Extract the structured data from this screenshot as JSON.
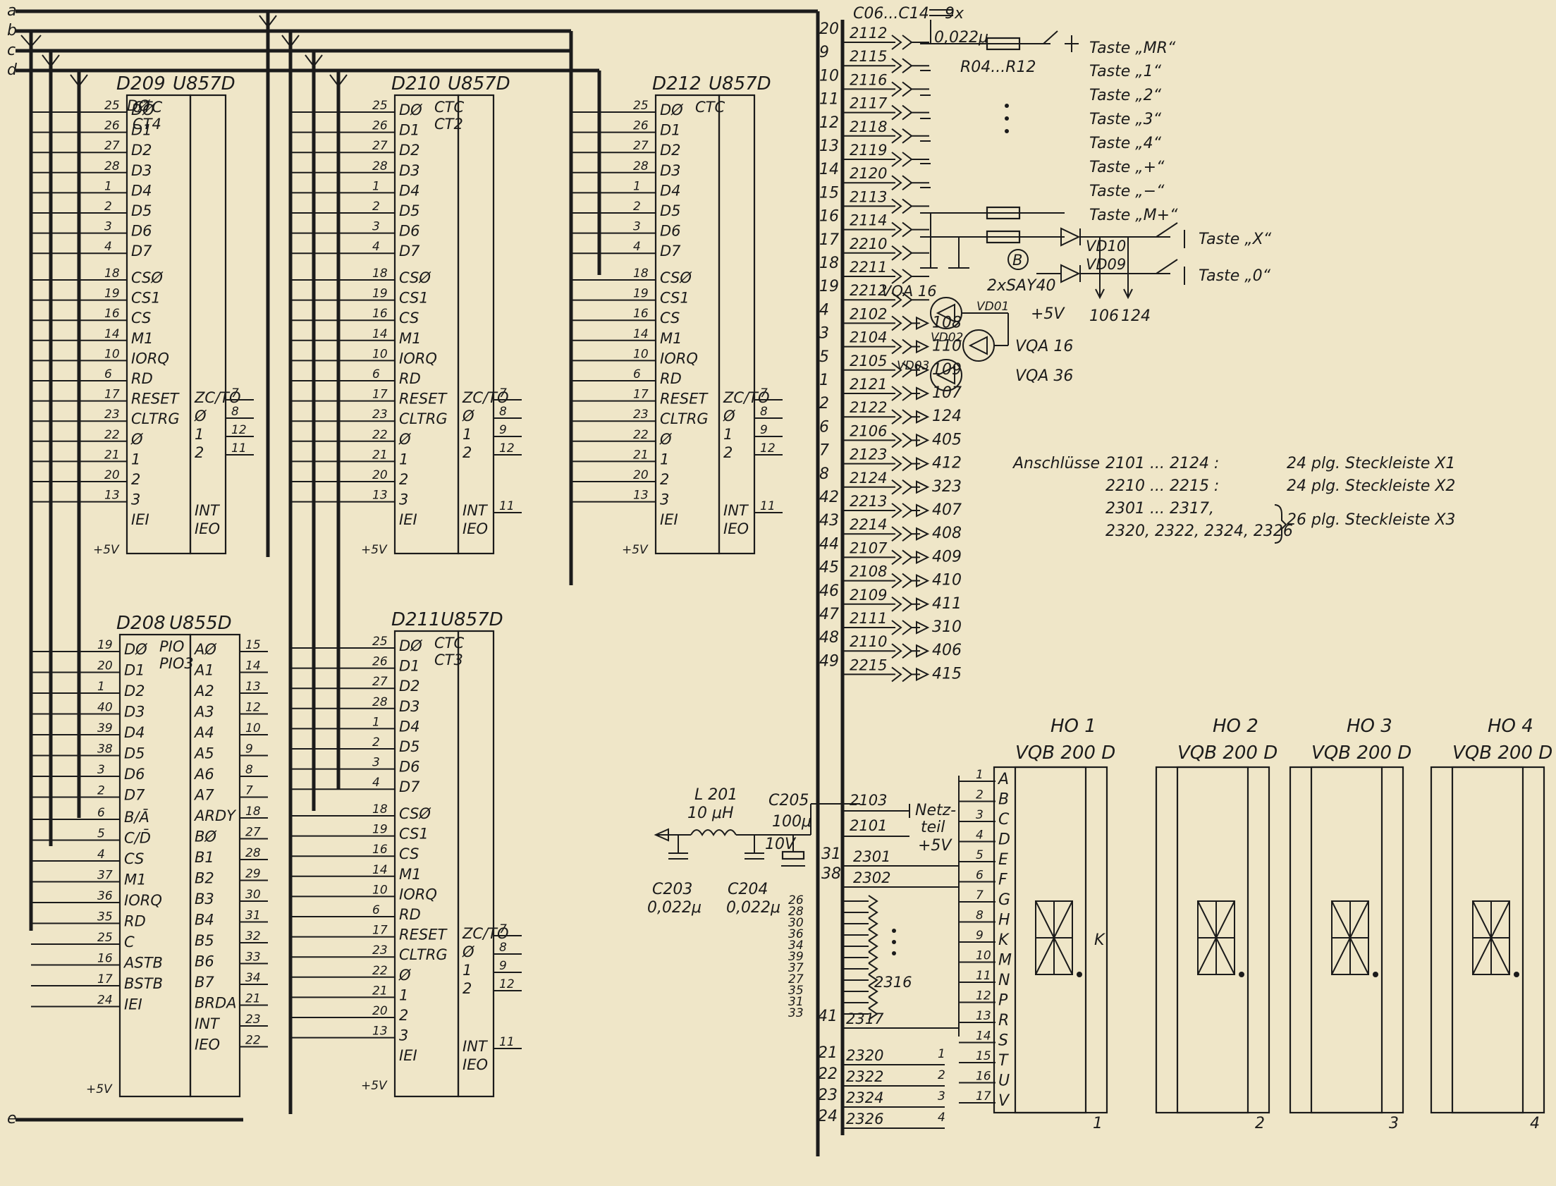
{
  "bus_lines": [
    "a",
    "b",
    "c",
    "d",
    "e"
  ],
  "chips": [
    {
      "id": "D209",
      "part": "U857D",
      "func": [
        "CTC",
        "CT4"
      ],
      "inputs": [
        "DØ",
        "D1",
        "D2",
        "D3",
        "D4",
        "D5",
        "D6",
        "D7",
        "CSØ",
        "CS1",
        "CS",
        "M1",
        "IORQ",
        "RD",
        "RESET",
        "CLTRG",
        "Ø",
        "1",
        "2",
        "3",
        "IEI"
      ],
      "input_pins": [
        "25",
        "26",
        "27",
        "28",
        "1",
        "2",
        "3",
        "4",
        "18",
        "19",
        "16",
        "14",
        "10",
        "6",
        "17",
        "23",
        "22",
        "21",
        "20",
        "13"
      ],
      "outputs": [
        "ZC/TO",
        "Ø",
        "1",
        "2",
        "INT",
        "IEO"
      ],
      "output_pins": [
        "7",
        "8",
        "12",
        "11"
      ]
    },
    {
      "id": "D210",
      "part": "U857D",
      "func": [
        "CTC",
        "CT2"
      ],
      "inputs": [
        "DØ",
        "D1",
        "D2",
        "D3",
        "D4",
        "D5",
        "D6",
        "D7",
        "CSØ",
        "CS1",
        "CS",
        "M1",
        "IORQ",
        "RD",
        "RESET",
        "CLTRG",
        "Ø",
        "1",
        "2",
        "3",
        "IEI"
      ],
      "input_pins": [
        "25",
        "26",
        "27",
        "28",
        "1",
        "2",
        "3",
        "4",
        "18",
        "19",
        "16",
        "14",
        "10",
        "6",
        "17",
        "23",
        "22",
        "21",
        "20",
        "13"
      ],
      "outputs": [
        "ZC/TO",
        "Ø",
        "1",
        "2",
        "INT",
        "IEO"
      ],
      "output_pins": [
        "7",
        "8",
        "9",
        "12",
        "11"
      ]
    },
    {
      "id": "D212",
      "part": "U857D",
      "func": [
        "CTC"
      ],
      "inputs": [
        "DØ",
        "D1",
        "D2",
        "D3",
        "D4",
        "D5",
        "D6",
        "D7",
        "CSØ",
        "CS1",
        "CS",
        "M1",
        "IORQ",
        "RD",
        "RESET",
        "CLTRG",
        "Ø",
        "1",
        "2",
        "3",
        "IEI"
      ],
      "input_pins": [
        "25",
        "26",
        "27",
        "28",
        "1",
        "2",
        "3",
        "4",
        "18",
        "19",
        "16",
        "14",
        "10",
        "6",
        "17",
        "23",
        "22",
        "21",
        "20",
        "13"
      ],
      "outputs": [
        "ZC/TO",
        "Ø",
        "1",
        "2",
        "INT",
        "IEO"
      ],
      "output_pins": [
        "7",
        "8",
        "9",
        "12",
        "11"
      ]
    },
    {
      "id": "D211",
      "part": "U857D",
      "func": [
        "CTC",
        "CT3"
      ],
      "inputs": [
        "DØ",
        "D1",
        "D2",
        "D3",
        "D4",
        "D5",
        "D6",
        "D7",
        "CSØ",
        "CS1",
        "CS",
        "M1",
        "IORQ",
        "RD",
        "RESET",
        "CLTRG",
        "Ø",
        "1",
        "2",
        "3",
        "IEI"
      ],
      "input_pins": [
        "25",
        "26",
        "27",
        "28",
        "1",
        "2",
        "3",
        "4",
        "18",
        "19",
        "16",
        "14",
        "10",
        "6",
        "17",
        "23",
        "22",
        "21",
        "20",
        "13"
      ],
      "outputs": [
        "ZC/TO",
        "Ø",
        "1",
        "2",
        "INT",
        "IEO"
      ],
      "output_pins": [
        "7",
        "8",
        "9",
        "12",
        "11"
      ]
    },
    {
      "id": "D208",
      "part": "U855D",
      "func": [
        "PIO",
        "PIO3"
      ],
      "inputs": [
        "DØ",
        "D1",
        "D2",
        "D3",
        "D4",
        "D5",
        "D6",
        "D7",
        "B/Ā",
        "C/D̄",
        "CS",
        "M1",
        "IORQ",
        "RD",
        "C",
        "ASTB",
        "BSTB",
        "IEI"
      ],
      "input_pins": [
        "19",
        "20",
        "1",
        "40",
        "39",
        "38",
        "3",
        "2",
        "6",
        "5",
        "4",
        "37",
        "36",
        "35",
        "25",
        "16",
        "17",
        "24"
      ],
      "outputs": [
        "AØ",
        "A1",
        "A2",
        "A3",
        "A4",
        "A5",
        "A6",
        "A7",
        "ARDY",
        "BØ",
        "B1",
        "B2",
        "B3",
        "B4",
        "B5",
        "B6",
        "B7",
        "BRDA",
        "INT",
        "IEO"
      ],
      "output_pins": [
        "15",
        "14",
        "13",
        "12",
        "10",
        "9",
        "8",
        "7",
        "18",
        "27",
        "28",
        "29",
        "30",
        "31",
        "32",
        "33",
        "34",
        "21",
        "23",
        "22"
      ]
    }
  ],
  "power": "+5V",
  "connector_x1": [
    {
      "pin": "20",
      "net": "2112"
    },
    {
      "pin": "9",
      "net": "2115"
    },
    {
      "pin": "10",
      "net": "2116"
    },
    {
      "pin": "11",
      "net": "2117"
    },
    {
      "pin": "12",
      "net": "2118"
    },
    {
      "pin": "13",
      "net": "2119"
    },
    {
      "pin": "14",
      "net": "2120"
    },
    {
      "pin": "15",
      "net": "2113"
    },
    {
      "pin": "16",
      "net": "2114"
    },
    {
      "pin": "17",
      "net": "2210"
    },
    {
      "pin": "18",
      "net": "2211"
    },
    {
      "pin": "19",
      "net": "2212"
    },
    {
      "pin": "4",
      "net": "2102",
      "to": "108"
    },
    {
      "pin": "3",
      "net": "2104",
      "to": "110"
    },
    {
      "pin": "5",
      "net": "2105",
      "to": "109"
    },
    {
      "pin": "1",
      "net": "2121",
      "to": "107"
    },
    {
      "pin": "2",
      "net": "2122",
      "to": "124"
    },
    {
      "pin": "6",
      "net": "2106",
      "to": "405"
    },
    {
      "pin": "7",
      "net": "2123",
      "to": "412"
    },
    {
      "pin": "8",
      "net": "2124",
      "to": "323"
    },
    {
      "pin": "42",
      "net": "2213",
      "to": "407"
    },
    {
      "pin": "43",
      "net": "2214",
      "to": "408"
    },
    {
      "pin": "44",
      "net": "2107",
      "to": "409"
    },
    {
      "pin": "45",
      "net": "2108",
      "to": "410"
    },
    {
      "pin": "46",
      "net": "2109",
      "to": "411"
    },
    {
      "pin": "47",
      "net": "2111",
      "to": "310"
    },
    {
      "pin": "48",
      "net": "2110",
      "to": "406"
    },
    {
      "pin": "49",
      "net": "2215",
      "to": "415"
    }
  ],
  "keys": {
    "caps_label": "C06...C14",
    "caps_count": "9x",
    "caps_value": "0,022μ",
    "resistors": "R04...R12",
    "taste": [
      "Taste „MR“",
      "Taste „1“",
      "Taste „2“",
      "Taste „3“",
      "Taste „4“",
      "Taste „+“",
      "Taste „−“",
      "Taste „M+“",
      "Taste „X“",
      "Taste „0“"
    ],
    "diodes": [
      "VD10",
      "VD09"
    ],
    "diode_type": "2xSAY40",
    "node": "B",
    "outputs": [
      "106",
      "124"
    ]
  },
  "leds": {
    "led_labels": [
      "VQA 16",
      "VD01",
      "VD02",
      "VD03"
    ],
    "right_labels": [
      "+5V",
      "VQA 16",
      "VQA 36"
    ]
  },
  "legend": {
    "title": "Anschlüsse",
    "rows": [
      {
        "range": "2101 ... 2124 :",
        "dest": "24 plg. Steckleiste  X1"
      },
      {
        "range": "2210 ... 2215 :",
        "dest": "24 plg. Steckleiste  X2"
      },
      {
        "range": "2301 ... 2317,",
        "dest": "26 plg. Steckleiste  X3"
      },
      {
        "range": "2320, 2322, 2324, 2326",
        "dest": ""
      }
    ]
  },
  "power_filter": {
    "inductor": "L 201",
    "inductor_value": "10 μH",
    "c205": "C205",
    "c205_value": "100μ",
    "c205_voltage": "10V",
    "c203": "C203",
    "c203_value": "0,022μ",
    "c204": "C204",
    "c204_value": "0,022μ",
    "nets": [
      {
        "pin": "",
        "net": "2103"
      },
      {
        "pin": "",
        "net": "2101"
      }
    ],
    "supply_label": "Netz-\nteil\n+5V"
  },
  "connector_x3": {
    "upper": [
      {
        "pin": "31",
        "net": "2301"
      },
      {
        "pin": "38",
        "net": "2302"
      }
    ],
    "stack_pins": [
      "26",
      "28",
      "30",
      "36",
      "34",
      "39",
      "37",
      "27",
      "35",
      "31",
      "33"
    ],
    "net_2316": "2316",
    "last": {
      "pin": "41",
      "net": "2317"
    },
    "digits": [
      {
        "pin": "21",
        "net": "2320",
        "d": "1"
      },
      {
        "pin": "22",
        "net": "2322",
        "d": "2"
      },
      {
        "pin": "23",
        "net": "2324",
        "d": "3"
      },
      {
        "pin": "24",
        "net": "2326",
        "d": "4"
      }
    ],
    "seg_pins": [
      "1",
      "2",
      "3",
      "4",
      "5",
      "6",
      "7",
      "8",
      "9",
      "10",
      "11",
      "12",
      "13",
      "14",
      "15",
      "16",
      "17"
    ]
  },
  "displays": {
    "units": [
      {
        "id": "HO 1",
        "part": "VQB 200 D"
      },
      {
        "id": "HO 2",
        "part": "VQB 200 D"
      },
      {
        "id": "HO 3",
        "part": "VQB 200 D"
      },
      {
        "id": "HO 4",
        "part": "VQB 200 D"
      }
    ],
    "segments": [
      "A",
      "B",
      "C",
      "D",
      "E",
      "F",
      "G",
      "H",
      "K",
      "M",
      "N",
      "P",
      "R",
      "S",
      "T",
      "U",
      "V"
    ],
    "k_label": "K",
    "digit_nums": [
      "1",
      "2",
      "3",
      "4"
    ]
  }
}
